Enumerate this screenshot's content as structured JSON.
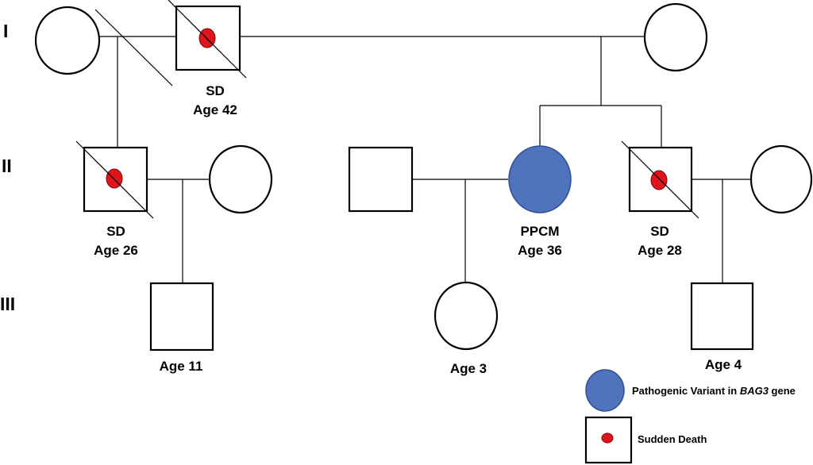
{
  "generations": [
    "I",
    "II",
    "III"
  ],
  "individuals": {
    "I_1": {
      "sex": "female",
      "labels": []
    },
    "I_2": {
      "sex": "male",
      "deceased": true,
      "sudden_death": true,
      "labels": [
        "SD",
        "Age 42"
      ]
    },
    "I_3": {
      "sex": "female",
      "labels": []
    },
    "II_1": {
      "sex": "male",
      "deceased": true,
      "sudden_death": true,
      "labels": [
        "SD",
        "Age 26"
      ]
    },
    "II_2": {
      "sex": "female",
      "labels": []
    },
    "II_3": {
      "sex": "male",
      "labels": []
    },
    "II_4": {
      "sex": "female",
      "affected": true,
      "labels": [
        "PPCM",
        "Age 36"
      ]
    },
    "II_5": {
      "sex": "male",
      "deceased": true,
      "sudden_death": true,
      "labels": [
        "SD",
        "Age 28"
      ]
    },
    "II_6": {
      "sex": "female",
      "labels": []
    },
    "III_1": {
      "sex": "male",
      "labels": [
        "Age 11"
      ]
    },
    "III_2": {
      "sex": "female",
      "labels": [
        "Age 3"
      ]
    },
    "III_3": {
      "sex": "male",
      "labels": [
        "Age 4"
      ]
    }
  },
  "legend": {
    "variant_prefix": "Pathogenic Variant in ",
    "variant_gene": "BAG3",
    "variant_suffix": " gene",
    "sudden_death": "Sudden Death"
  },
  "colors": {
    "affected_fill": "#4f73bd",
    "sudden_death_dot": "#e0141b",
    "line": "#000000"
  }
}
